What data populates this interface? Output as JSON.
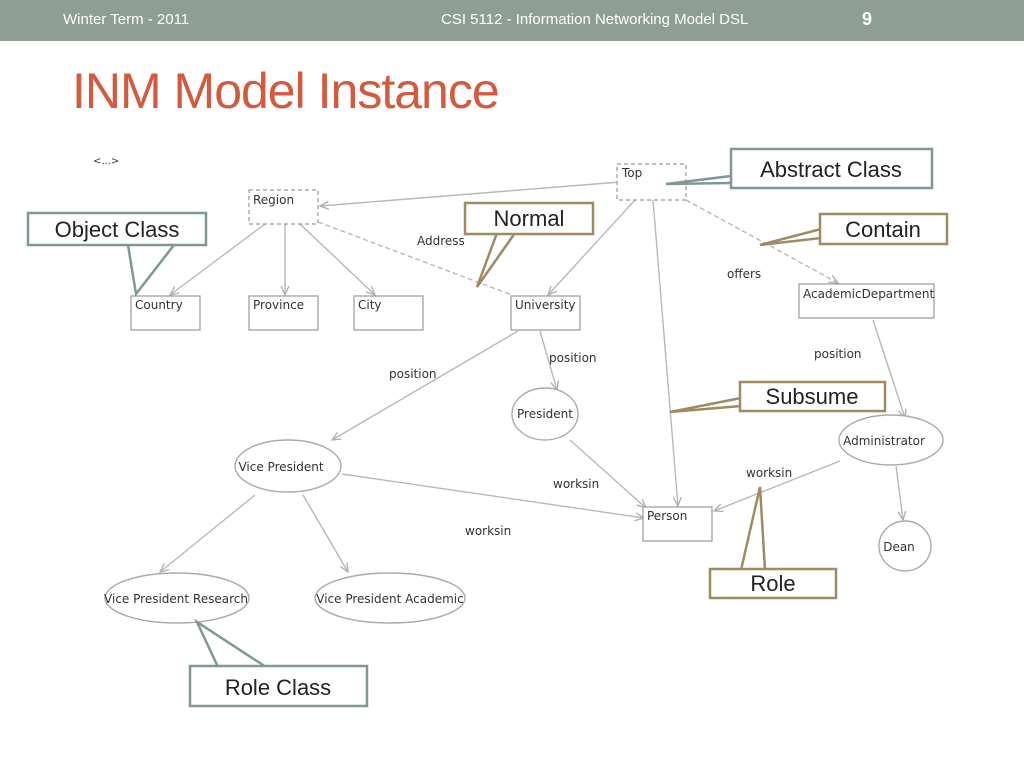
{
  "header": {
    "term": "Winter Term - 2011",
    "course": "CSI 5112 - Information Networking Model DSL",
    "page_number": "9"
  },
  "title": "INM Model Instance",
  "diagram": {
    "ellipsis": "<...>",
    "nodes": {
      "top": "Top",
      "region": "Region",
      "country": "Country",
      "province": "Province",
      "city": "City",
      "university": "University",
      "academic_department": "AcademicDepartment",
      "president": "President",
      "administrator": "Administrator",
      "vice_president": "Vice President",
      "person": "Person",
      "dean": "Dean",
      "vp_research": "Vice President Research",
      "vp_academic": "Vice President Academic"
    },
    "edge_labels": {
      "address": "Address",
      "offers": "offers",
      "position_univ_president": "position",
      "position_univ_vp": "position",
      "position_dept_admin": "position",
      "worksin_president": "worksin",
      "worksin_admin": "worksin",
      "worksin_vp": "worksin"
    },
    "callouts": {
      "abstract_class": "Abstract Class",
      "object_class": "Object Class",
      "normal": "Normal",
      "contain": "Contain",
      "subsume": "Subsume",
      "role": "Role",
      "role_class": "Role Class"
    },
    "colors": {
      "callout_gold": "#a08a63",
      "callout_teal": "#7f9896",
      "edge_gray": "#b8b8b8",
      "node_border": "#999999"
    }
  }
}
